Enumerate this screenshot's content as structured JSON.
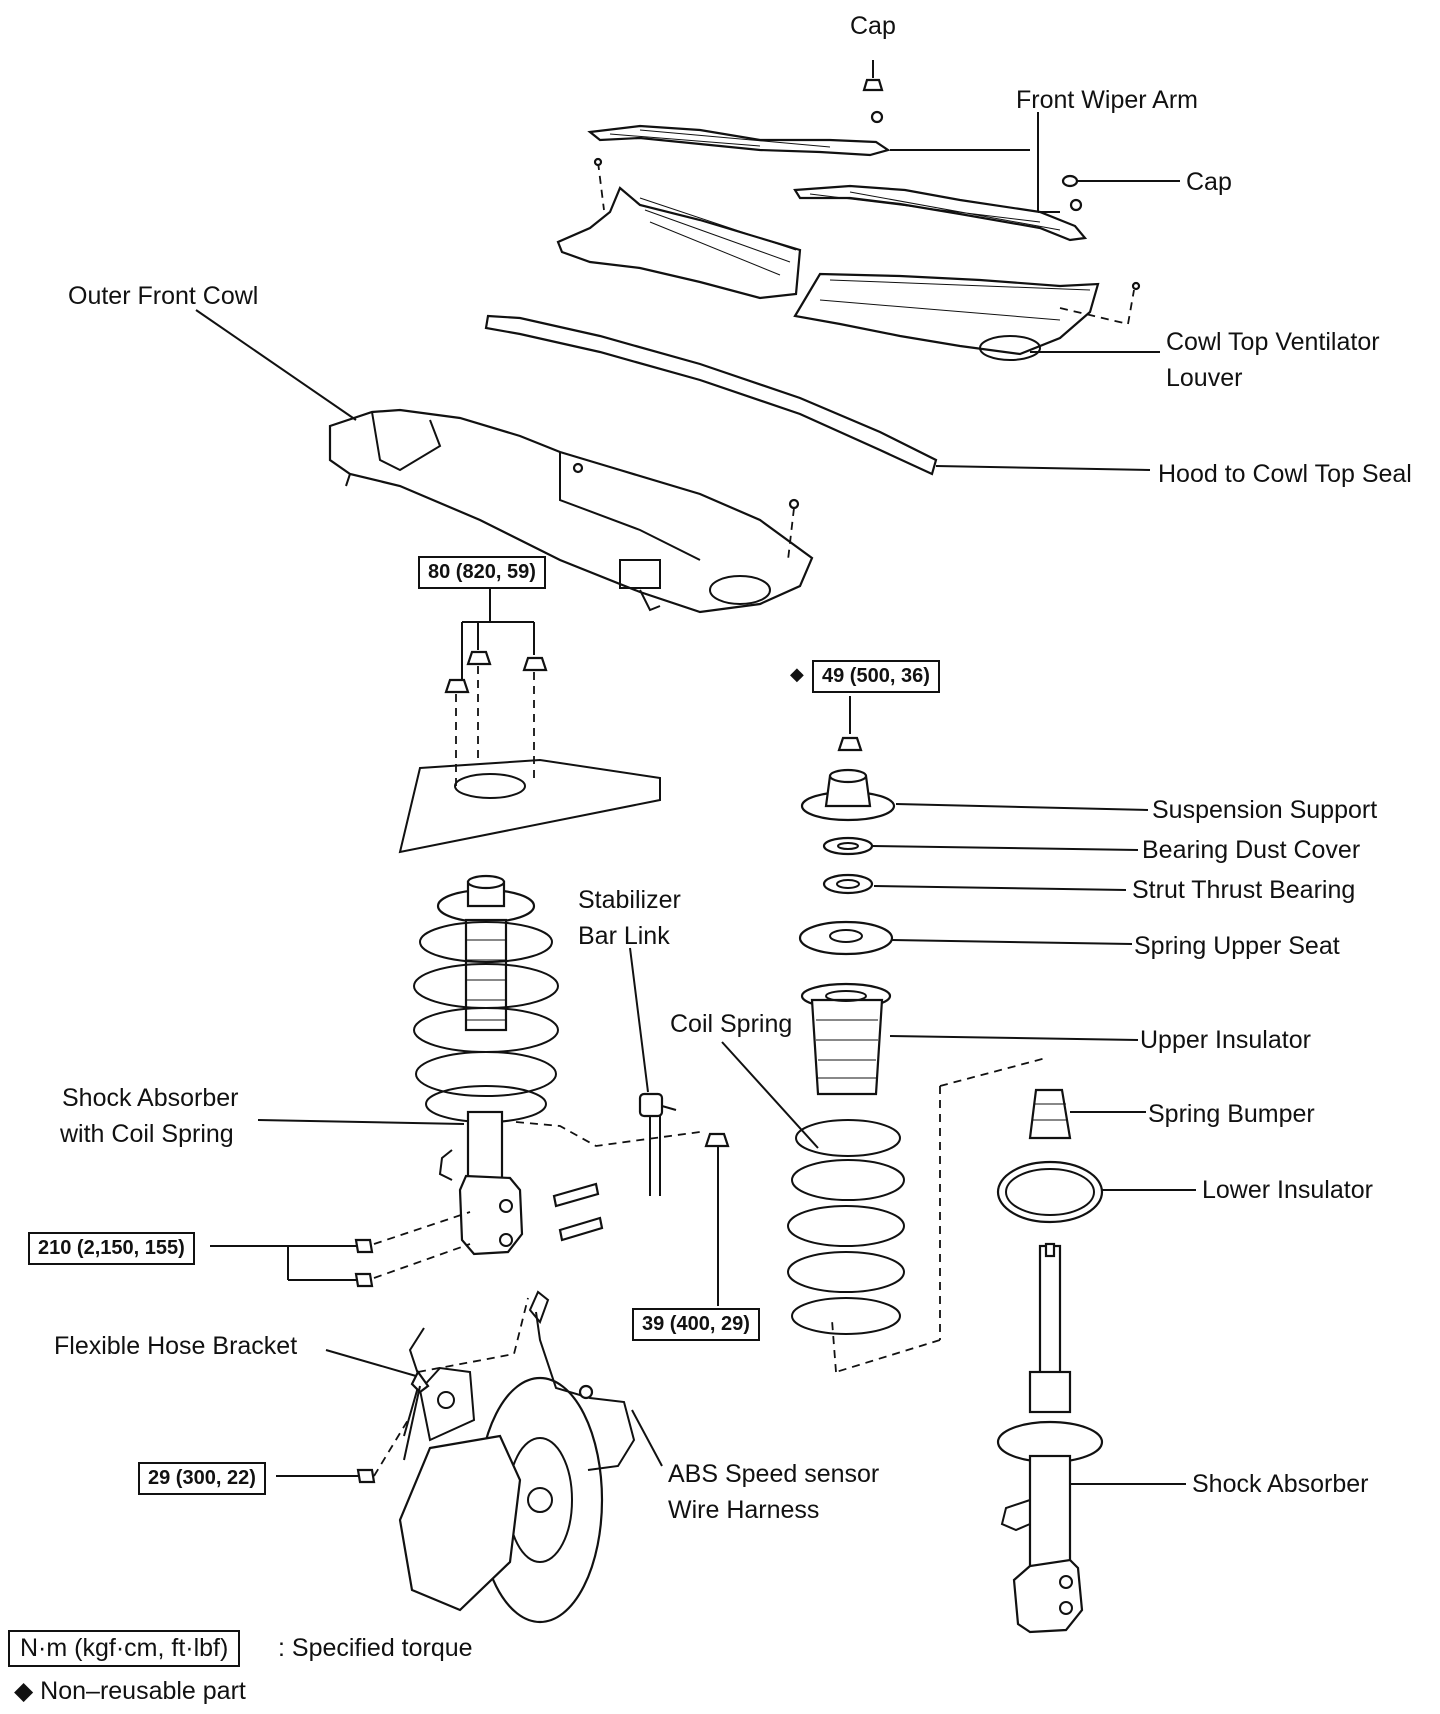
{
  "labels": {
    "cap_top": "Cap",
    "front_wiper_arm": "Front Wiper Arm",
    "cap_right": "Cap",
    "outer_front_cowl": "Outer Front Cowl",
    "cowl_top_ventilator_louver_l1": "Cowl  Top  Ventilator",
    "cowl_top_ventilator_louver_l2": "Louver",
    "hood_to_cowl_top_seal": "Hood to Cowl Top Seal",
    "suspension_support": "Suspension Support",
    "bearing_dust_cover": "Bearing Dust Cover",
    "strut_thrust_bearing": "Strut Thrust Bearing",
    "spring_upper_seat": "Spring Upper Seat",
    "upper_insulator": "Upper Insulator",
    "spring_bumper": "Spring Bumper",
    "lower_insulator": "Lower Insulator",
    "shock_absorber": "Shock Absorber",
    "stabilizer_bar_link_l1": "Stabilizer",
    "stabilizer_bar_link_l2": "Bar Link",
    "coil_spring": "Coil Spring",
    "shock_absorber_with_coil_spring_l1": "Shock Absorber",
    "shock_absorber_with_coil_spring_l2": "with Coil Spring",
    "flexible_hose_bracket": "Flexible Hose Bracket",
    "abs_speed_sensor_l1": "ABS Speed sensor",
    "abs_speed_sensor_l2": "Wire Harness"
  },
  "torques": {
    "t80": "80 (820, 59)",
    "t49": "49 (500, 36)",
    "t210": "210 (2,150, 155)",
    "t39": "39 (400, 29)",
    "t29": "29 (300, 22)"
  },
  "symbols": {
    "diamond": "◆"
  },
  "legend": {
    "unit_box": "N·m (kgf·cm, ft·lbf)",
    "unit_text": ": Specified torque",
    "nonreusable": "◆ Non–reusable part"
  }
}
